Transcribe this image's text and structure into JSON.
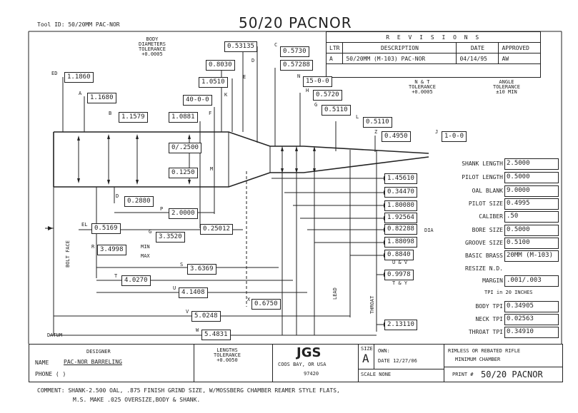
{
  "header": {
    "tool_id": "Tool ID: 50/20MM PAC-NOR",
    "title": "50/20 PACNOR"
  },
  "revisions": {
    "heading": "R E V I S I O N S",
    "columns": [
      "LTR",
      "DESCRIPTION",
      "DATE",
      "APPROVED"
    ],
    "rows": [
      [
        "A",
        "50/20MM (M-103) PAC-NOR",
        "04/14/95",
        "AW"
      ]
    ]
  },
  "notes": {
    "body_diam_tol": "BODY\nDIAMETERS\nTOLERANCE\n+0.0005",
    "nt_tol": "N & T\nTOLERANCE\n+0.0005",
    "angle_tol": "ANGLE\nTOLERANCE\n±10 MIN",
    "bolt_face": "BOLT FACE",
    "datum": "DATUM",
    "lead": "LEAD",
    "throat": "THROAT",
    "min": "MIN",
    "max": "MAX",
    "dia": "DIA",
    "u_v": "U & V",
    "t_y": "T & Y"
  },
  "dims": {
    "ed": "1.1860",
    "a": "1.1680",
    "b": "1.1579",
    "f": "1.0881",
    "c": "0.53135",
    "d": "0.8030",
    "e": "1.0510",
    "k": "40-0-0",
    "cc": "0.5730",
    "ii": "0.57288",
    "n": "15-0-0",
    "h": "0.5720",
    "g": "0.5110",
    "l": "0.5110",
    "z": "0.4950",
    "j": "1-0-0",
    "r2500": "0/.2500",
    "m": "0.1250",
    "dd": "0.2880",
    "p": "2.0000",
    "el": "0.5169",
    "gg": "3.3520",
    "r25012": "0.25012",
    "r": "3.4998",
    "s": "3.6369",
    "t": "4.0270",
    "u": "4.1408",
    "x": "0.6750",
    "v": "5.0248",
    "w": "5.4831",
    "v1": "1.45610",
    "v2": "0.34470",
    "v3": "1.80080",
    "v4": "1.92564",
    "v5": "0.82288",
    "v6": "1.88098",
    "v7": "0.8840",
    "v8": "0.9978",
    "v9": "2.13110"
  },
  "specs": [
    {
      "label": "SHANK LENGTH",
      "value": "2.5000"
    },
    {
      "label": "PILOT LENGTH",
      "value": "0.5000"
    },
    {
      "label": "OAL BLANK",
      "value": "9.0000"
    },
    {
      "label": "PILOT SIZE",
      "value": "0.4995"
    },
    {
      "label": "CALIBER",
      "value": ".50"
    },
    {
      "label": "BORE SIZE",
      "value": "0.5000"
    },
    {
      "label": "GROOVE SIZE",
      "value": "0.5100"
    },
    {
      "label": "BASIC BRASS",
      "value": "20MM (M-103)"
    },
    {
      "label": "RESIZE N.D.",
      "value": ""
    },
    {
      "label": "MARGIN",
      "value": ".001/.003"
    }
  ],
  "tpi": {
    "heading": "TPI in 20 INCHES",
    "rows": [
      {
        "label": "BODY TPI",
        "value": "0.34905"
      },
      {
        "label": "NECK TPI",
        "value": "0.02563"
      },
      {
        "label": "THROAT TPI",
        "value": "0.34910"
      }
    ]
  },
  "footer": {
    "designer_label": "DESIGNER",
    "name_label": "NAME",
    "name_value": "PAC-NOR BARRELING",
    "phone_label": "PHONE (     )",
    "lengths_tol": "LENGTHS\nTOLERANCE\n+0.0050",
    "company": "JGS",
    "city": "COOS BAY, OR USA",
    "zip": "97420",
    "size_label": "SIZE",
    "size_value": "A",
    "own_label": "OWN:",
    "date_label": "DATE 12/27/06",
    "scale_label": "SCALE  NONE",
    "print_label": "PRINT #",
    "print_value": "50/20 PACNOR",
    "type_line1": "RIMLESS OR REBATED RIFLE",
    "type_line2": "MINIMUM CHAMBER"
  },
  "comment": {
    "line1": "COMMENT:  SHANK-2.500 OAL, .875 FINISH GRIND SIZE, W/MOSSBERG CHAMBER REAMER STYLE FLATS,",
    "line2": "M.S. MAKE .025 OVERSIZE,BODY & SHANK."
  }
}
